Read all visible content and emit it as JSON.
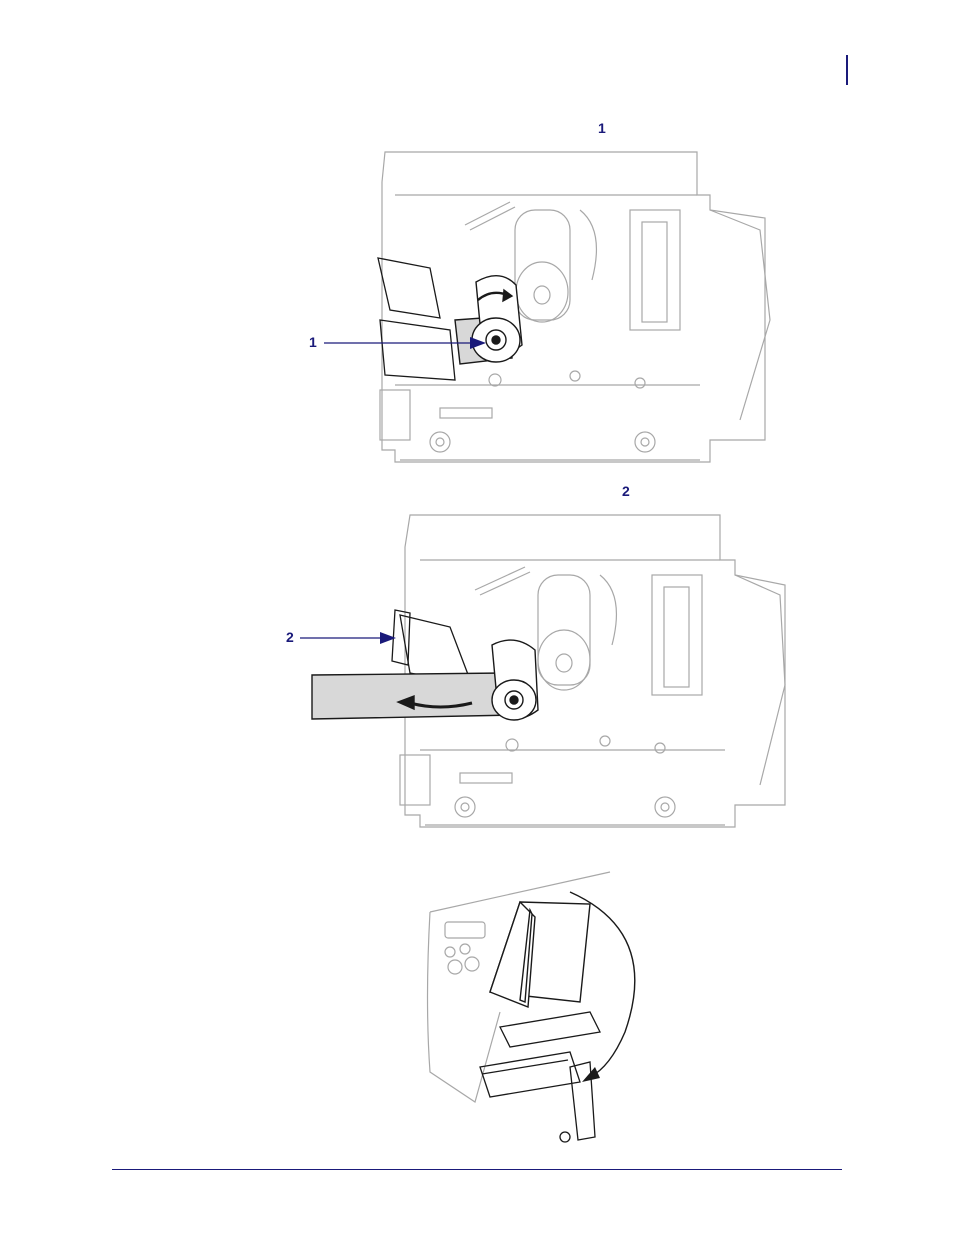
{
  "figure1": {
    "callout_number": "1",
    "leader_label": "1"
  },
  "figure2": {
    "callout_number": "2",
    "leader_label": "2"
  },
  "colors": {
    "accent": "#1a1a7a",
    "line": "#a8a8a8",
    "dark": "#1a1a1a",
    "ribbon": "#d8d8d8"
  }
}
